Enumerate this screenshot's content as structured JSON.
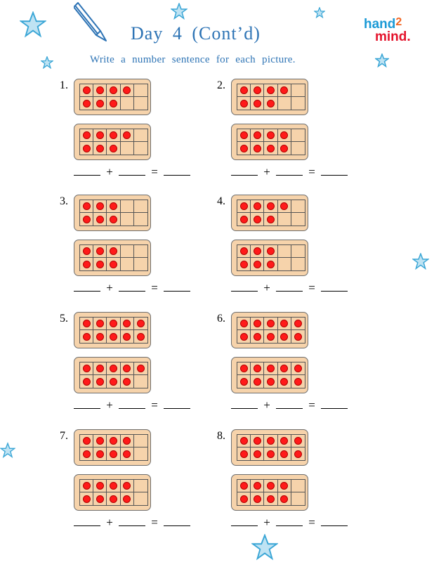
{
  "header": {
    "title": "Day 4 (Cont’d)",
    "subtitle": "Write a number sentence for each picture."
  },
  "logo": {
    "word1": "hand",
    "digit": "2",
    "word2": "mind",
    "suffix": "."
  },
  "sentence_symbols": {
    "plus": "+",
    "equals": "="
  },
  "problems": [
    {
      "number": "1.",
      "frame_top_dots": [
        4,
        3
      ],
      "frame_bottom_dots": [
        4,
        3
      ]
    },
    {
      "number": "2.",
      "frame_top_dots": [
        4,
        3
      ],
      "frame_bottom_dots": [
        4,
        4
      ]
    },
    {
      "number": "3.",
      "frame_top_dots": [
        3,
        3
      ],
      "frame_bottom_dots": [
        3,
        3
      ]
    },
    {
      "number": "4.",
      "frame_top_dots": [
        4,
        3
      ],
      "frame_bottom_dots": [
        3,
        3
      ]
    },
    {
      "number": "5.",
      "frame_top_dots": [
        5,
        5
      ],
      "frame_bottom_dots": [
        5,
        4
      ]
    },
    {
      "number": "6.",
      "frame_top_dots": [
        5,
        5
      ],
      "frame_bottom_dots": [
        5,
        5
      ]
    },
    {
      "number": "7.",
      "frame_top_dots": [
        4,
        4
      ],
      "frame_bottom_dots": [
        4,
        4
      ]
    },
    {
      "number": "8.",
      "frame_top_dots": [
        5,
        5
      ],
      "frame_bottom_dots": [
        4,
        4
      ]
    }
  ],
  "colors": {
    "title": "#2e74b5",
    "frame_fill": "#f6d3ab",
    "dot": "#ff1a1a",
    "star": "#3aa6d6",
    "logo_blue": "#1c9ad6",
    "logo_orange": "#f26522",
    "logo_red": "#e4132c"
  },
  "icons": [
    "pencil-icon",
    "star-icon"
  ]
}
